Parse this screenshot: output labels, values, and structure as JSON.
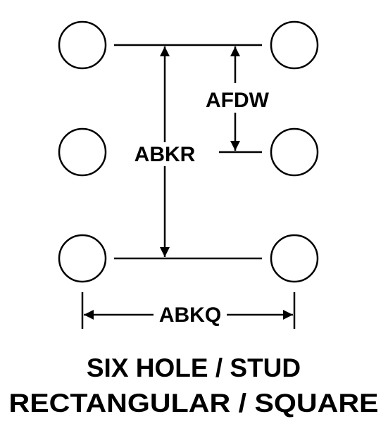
{
  "labels": {
    "hole_spacing_vertical_total": "ABKR",
    "hole_spacing_vertical_half": "AFDW",
    "hole_spacing_horizontal": "ABKQ"
  },
  "caption": {
    "line1": "SIX HOLE / STUD",
    "line2": "RECTANGULAR / SQUARE"
  },
  "colors": {
    "ink": "#000000",
    "background": "#ffffff"
  }
}
